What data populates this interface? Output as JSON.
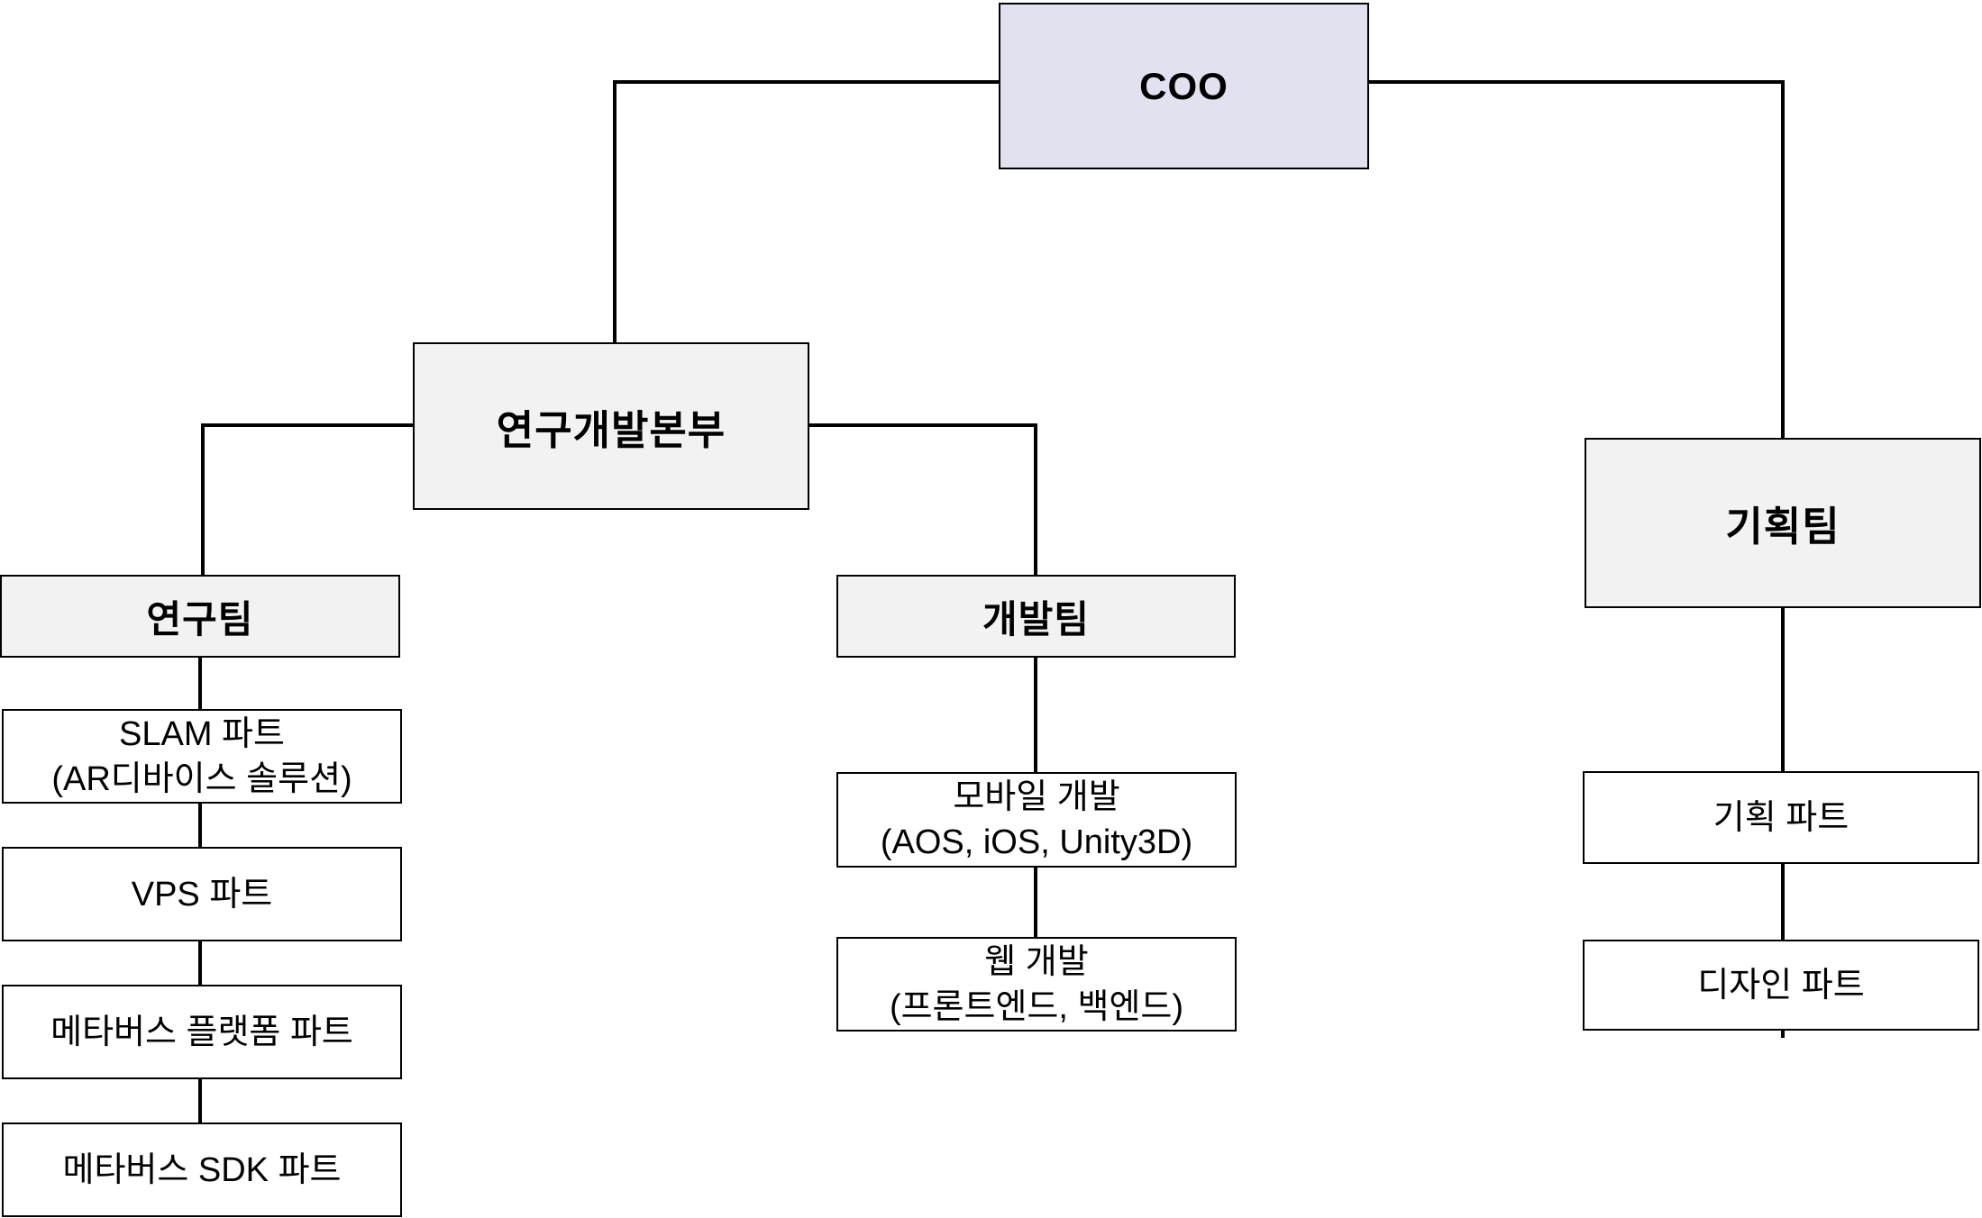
{
  "colors": {
    "coo_fill": "#E1E1EF",
    "team_fill": "#F2F2F2",
    "leaf_fill": "#FFFFFF",
    "border": "#000000",
    "connector": "#000000",
    "text": "#000000",
    "background": "#FFFFFF"
  },
  "org": {
    "coo": {
      "label": "COO"
    },
    "rnd_division": {
      "label": "연구개발본부"
    },
    "research_team": {
      "label": "연구팀",
      "parts": [
        {
          "line1": "SLAM 파트",
          "line2": "(AR디바이스 솔루션)"
        },
        {
          "line1": "VPS 파트"
        },
        {
          "line1": "메타버스 플랫폼 파트"
        },
        {
          "line1": "메타버스 SDK 파트"
        }
      ]
    },
    "dev_team": {
      "label": "개발팀",
      "parts": [
        {
          "line1": "모바일 개발",
          "line2": "(AOS, iOS, Unity3D)"
        },
        {
          "line1": "웹 개발",
          "line2": "(프론트엔드, 백엔드)"
        }
      ]
    },
    "planning_team": {
      "label": "기획팀",
      "parts": [
        {
          "line1": "기획 파트"
        },
        {
          "line1": "디자인 파트"
        }
      ]
    }
  }
}
